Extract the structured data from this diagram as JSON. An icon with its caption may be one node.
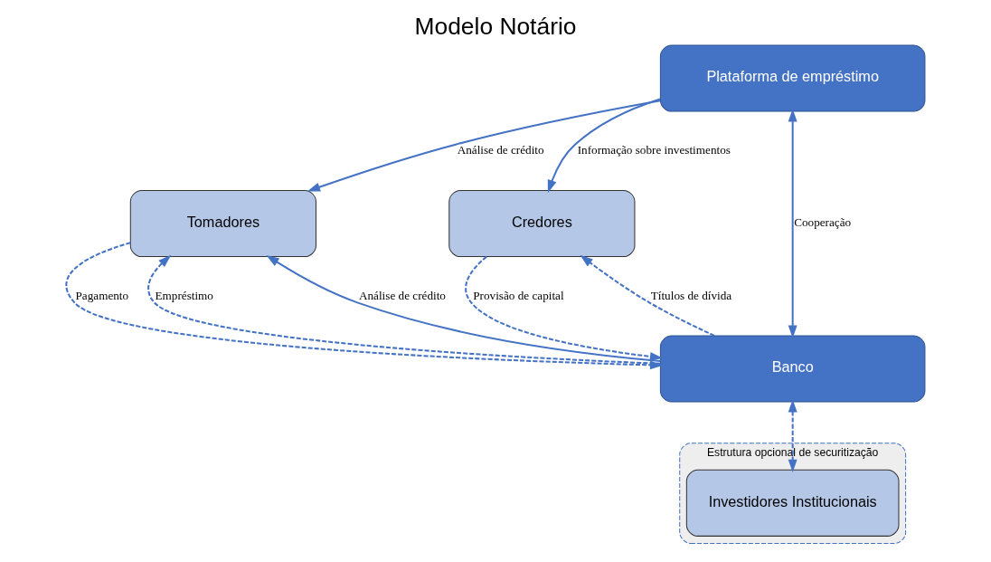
{
  "diagram": {
    "title": "Modelo Notário",
    "nodes": [
      {
        "text": [
          "Plataforma de empréstimo"
        ]
      },
      {
        "text": [
          "Tomadores"
        ]
      },
      {
        "text": [
          "Credores"
        ]
      },
      {
        "text": [
          "Banco"
        ]
      },
      {
        "text": [
          "Estrutura opcional de securitização"
        ]
      },
      {
        "text": [
          "Investidores Institucionais"
        ],
        "in": 4
      }
    ],
    "edges": [
      {
        "from": 0,
        "to": 1,
        "arrow": "to",
        "label": "Análise de crédito"
      },
      {
        "from": 0,
        "to": 2,
        "arrow": "to",
        "label": "Informação sobre investimentos"
      },
      {
        "from": 0,
        "to": 3,
        "arrow": "both",
        "label": "Cooperação"
      },
      {
        "from": 3,
        "to": 1,
        "arrow": "to",
        "label": "Empréstimo",
        "style": "dashed"
      },
      {
        "from": 1,
        "to": 3,
        "arrow": "to",
        "label": "Pagamento",
        "style": "dashed"
      },
      {
        "from": 2,
        "to": 3,
        "arrow": "to",
        "label": "Provisão de capital",
        "style": "dashed"
      },
      {
        "from": 3,
        "to": 2,
        "arrow": "to",
        "label": "Títulos de dívida",
        "style": "dashed"
      },
      {
        "from": 3,
        "to": 1,
        "arrow": "to",
        "label": "Análise de crédito"
      },
      {
        "from": 3,
        "to": 5,
        "arrow": "both",
        "style": "dashed"
      }
    ]
  }
}
